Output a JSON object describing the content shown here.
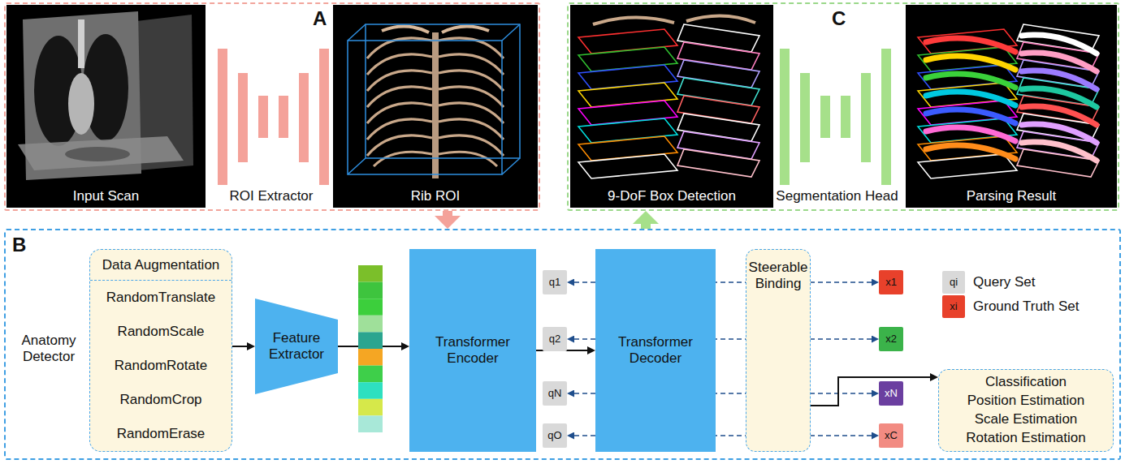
{
  "diagram": {
    "nodes": [
      {
        "text": [
          "A"
        ]
      },
      {
        "text": [
          "Input Scan"
        ],
        "in": 0
      },
      {
        "text": [
          "ROI Extractor"
        ],
        "in": 0
      },
      {
        "text": [
          "Rib ROI"
        ],
        "in": 0
      },
      {
        "text": [
          "C"
        ]
      },
      {
        "text": [
          "9-DoF Box Detection"
        ],
        "in": 4
      },
      {
        "text": [
          "Segmentation Head"
        ],
        "in": 4
      },
      {
        "text": [
          "Parsing Result"
        ],
        "in": 4
      },
      {
        "text": [
          "B"
        ]
      },
      {
        "text": [
          "Data Augmentation",
          "RandomTranslate",
          "RandomScale",
          "RandomRotate",
          "RandomCrop",
          "RandomErase"
        ],
        "in": 8
      },
      {
        "text": [
          "Feature Extractor"
        ],
        "in": 8
      },
      {
        "text": [
          "Transformer Encoder"
        ],
        "in": 8
      },
      {
        "text": [
          "Transformer Decoder"
        ],
        "in": 8
      },
      {
        "text": [
          "Steerable Binding"
        ],
        "in": 8
      },
      {
        "text": [
          "q1"
        ],
        "in": 8
      },
      {
        "text": [
          "q2"
        ],
        "in": 8
      },
      {
        "text": [
          "qN"
        ],
        "in": 8
      },
      {
        "text": [
          "qO"
        ],
        "in": 8
      },
      {
        "text": [
          "x1"
        ],
        "in": 8
      },
      {
        "text": [
          "x2"
        ],
        "in": 8
      },
      {
        "text": [
          "xN"
        ],
        "in": 8
      },
      {
        "text": [
          "xC"
        ],
        "in": 8
      },
      {
        "text": [
          "Classification",
          "Position Estimation",
          "Scale Estimation",
          "Rotation Estimation"
        ],
        "in": 8
      }
    ],
    "edges": [
      {
        "from": 0,
        "to": 8,
        "arrow": "to"
      },
      {
        "from": 8,
        "to": 4,
        "arrow": "to"
      },
      {
        "from": 9,
        "to": 10,
        "arrow": "to"
      },
      {
        "from": 10,
        "to": 11,
        "arrow": "to"
      },
      {
        "from": 11,
        "to": 12,
        "arrow": "to"
      },
      {
        "from": 14,
        "to": 18,
        "arrow": "both"
      },
      {
        "from": 15,
        "to": 19,
        "arrow": "both"
      },
      {
        "from": 16,
        "to": 20,
        "arrow": "both"
      },
      {
        "from": 17,
        "to": 21,
        "arrow": "both"
      },
      {
        "from": 13,
        "to": 22,
        "arrow": "to"
      }
    ],
    "labels": [
      "Anatomy Detector",
      "qi",
      "xi"
    ],
    "legend": [
      {
        "text": "Query Set",
        "color": "#d9d9d9"
      },
      {
        "text": "Ground Truth Set",
        "color": "#e8412b"
      }
    ]
  }
}
